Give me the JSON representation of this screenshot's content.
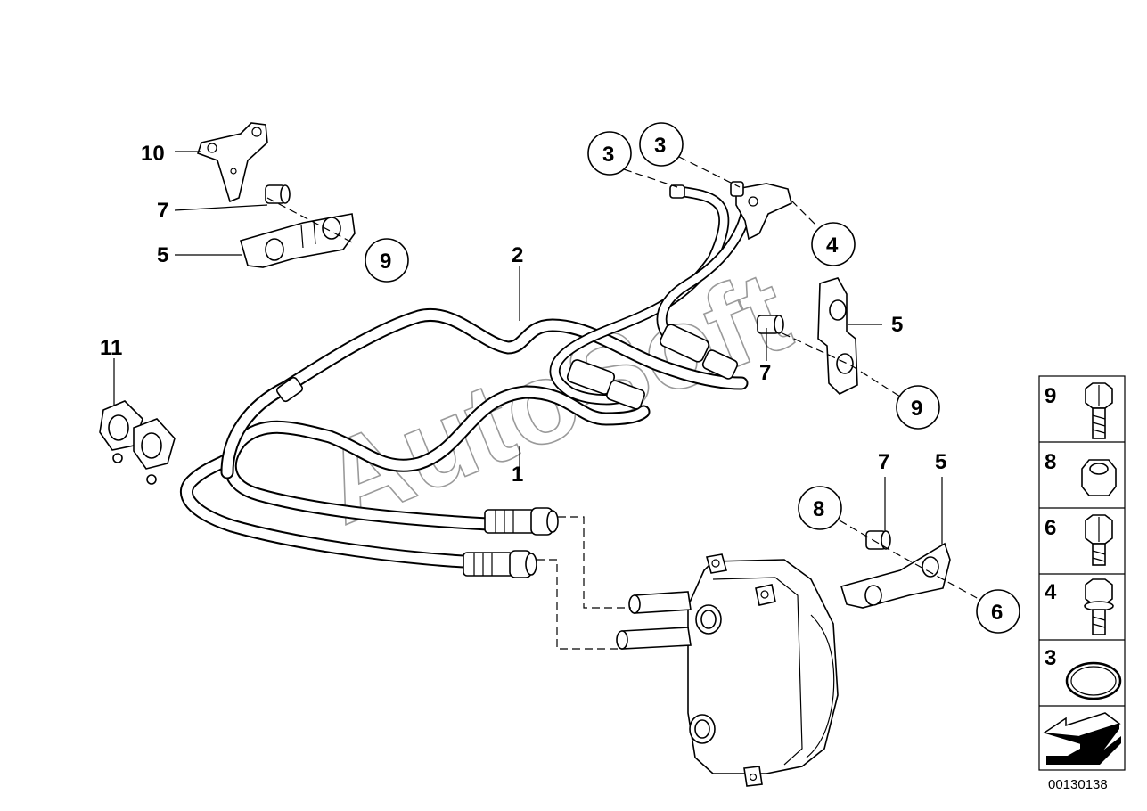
{
  "diagram_code": "00130138",
  "watermark": "AutoSoft",
  "callouts": {
    "c10": "10",
    "c7a": "7",
    "c5a": "5",
    "c9a": "9",
    "c11": "11",
    "c2": "2",
    "c1": "1",
    "c3a": "3",
    "c3b": "3",
    "c4": "4",
    "c5b": "5",
    "c7b": "7",
    "c9b": "9",
    "c7c": "7",
    "c5c": "5",
    "c8": "8",
    "c6": "6"
  },
  "legend": [
    {
      "num": "9",
      "icon": "hex-bolt-with-washer-icon"
    },
    {
      "num": "8",
      "icon": "hex-nut-icon"
    },
    {
      "num": "6",
      "icon": "hex-bolt-icon"
    },
    {
      "num": "4",
      "icon": "flange-bolt-icon"
    },
    {
      "num": "3",
      "icon": "o-ring-icon"
    },
    {
      "num": "",
      "icon": "orientation-arrow-icon"
    }
  ]
}
